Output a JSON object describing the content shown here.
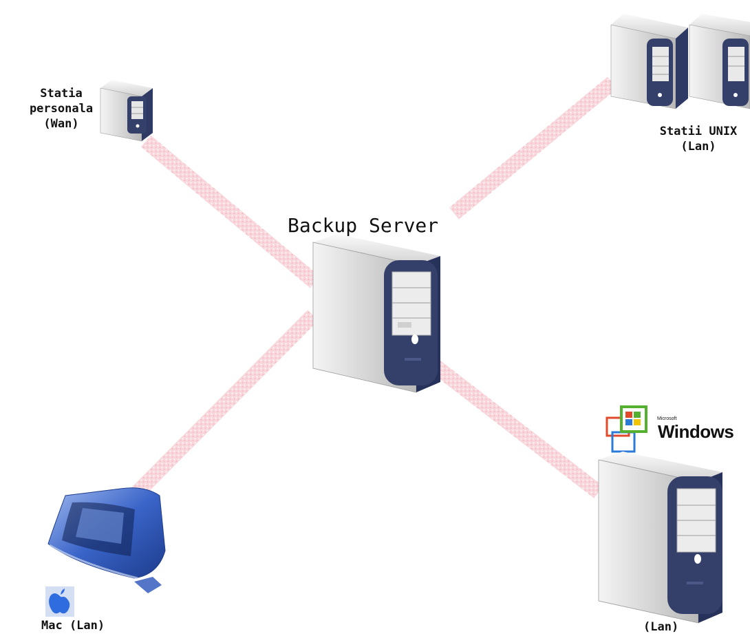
{
  "diagram": {
    "server": {
      "title": "Backup Server"
    },
    "nodes": {
      "personal": {
        "line1": "Statia",
        "line2": "personala",
        "line3": "(Wan)"
      },
      "unix": {
        "line1": "Statii UNIX",
        "line2": "(Lan)"
      },
      "mac": {
        "label": "Mac (Lan)"
      },
      "windows": {
        "label": "(Lan)",
        "logo_text": "Windows",
        "logo_small": "Microsoft"
      }
    },
    "colors": {
      "link": "#f2b9bf",
      "tower_body": "#d9d9d9",
      "tower_front": "#2e3a63",
      "mac_blue": "#3a64c8"
    }
  }
}
